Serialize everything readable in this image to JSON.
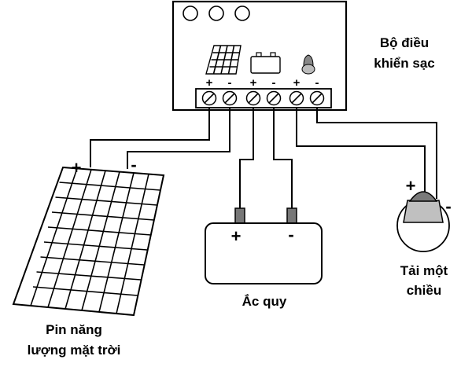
{
  "controller": {
    "label_line1": "Bộ điều",
    "label_line2": "khiển sạc",
    "terminal_signs": [
      "+",
      "-",
      "+",
      "-",
      "+",
      "-"
    ]
  },
  "solar_panel": {
    "label_line1": "Pin năng",
    "label_line2": "lượng mặt trời",
    "plus": "+",
    "minus": "-"
  },
  "battery": {
    "label": "Ắc quy",
    "plus": "+",
    "minus": "-"
  },
  "load": {
    "label_line1": "Tải một",
    "label_line2": "chiều",
    "plus": "+",
    "minus": "-"
  },
  "icons": [
    "solar-panel-icon",
    "battery-icon",
    "bulb-icon",
    "screw-terminal-icon"
  ]
}
